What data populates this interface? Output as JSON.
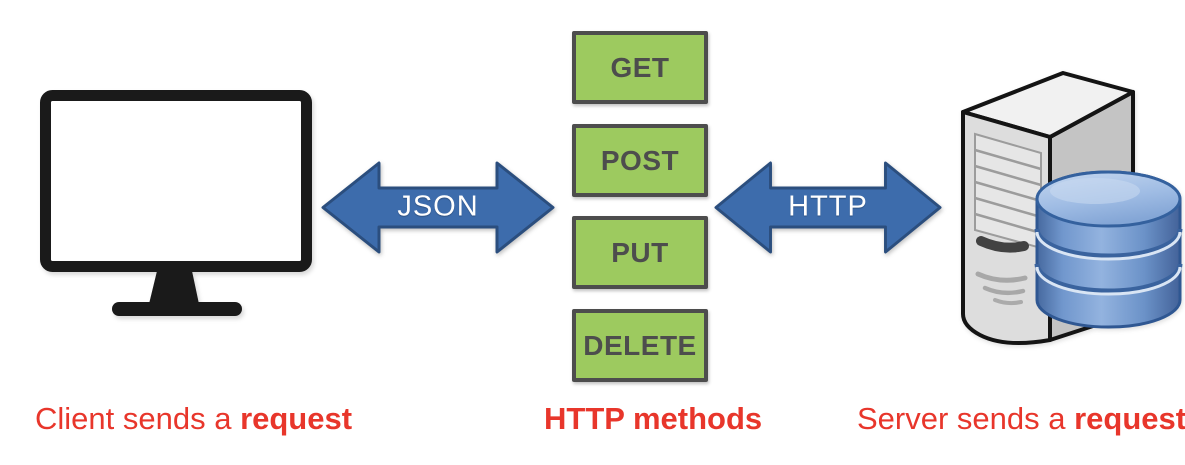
{
  "captions": {
    "client": {
      "normal": "Client sends a ",
      "bold": "request"
    },
    "methods": {
      "bold": "HTTP methods"
    },
    "server": {
      "normal": "Server sends a ",
      "bold": "request"
    }
  },
  "arrows": {
    "client_methods": {
      "label": "JSON"
    },
    "methods_server": {
      "label": "HTTP"
    }
  },
  "http_methods": [
    "GET",
    "POST",
    "PUT",
    "DELETE"
  ],
  "icons": {
    "client": "monitor-icon",
    "server": "server-tower-icon",
    "database": "database-icon"
  },
  "colors": {
    "arrow_blue": "#3D6CAC",
    "arrow_border_blue": "#2B4E7E",
    "method_green": "#9DCA5F",
    "box_border_gray": "#4D4D4D",
    "caption_red": "#E8362B",
    "database_blue": "#5580BC",
    "monitor_black": "#1A1A1A"
  }
}
